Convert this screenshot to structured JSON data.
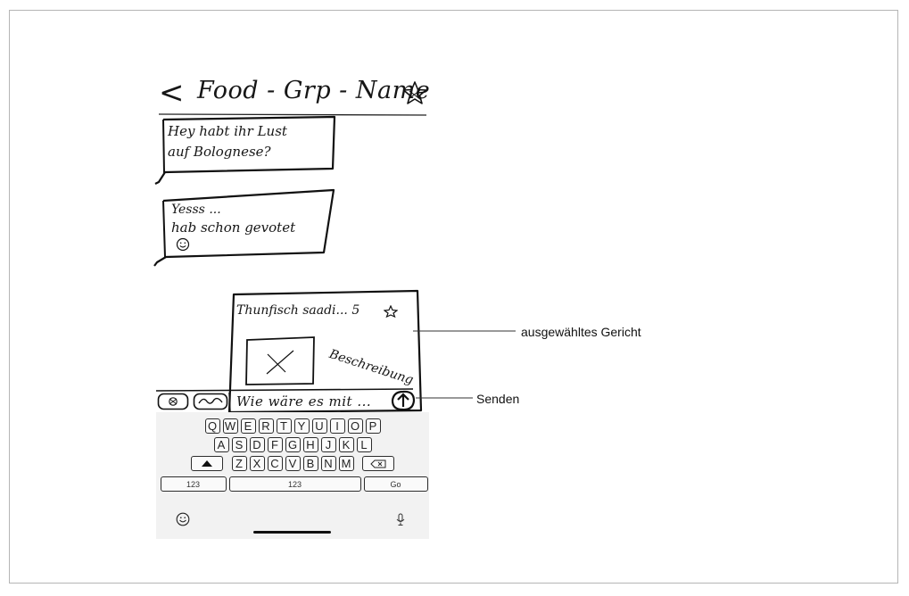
{
  "header": {
    "back_icon": "chevron-left-icon",
    "title": "Food - Grp - Name",
    "star_icon": "star-outline-icon"
  },
  "messages": [
    {
      "text_line1": "Hey habt ihr Lust",
      "text_line2": "auf Bolognese?"
    },
    {
      "text_line1": "Yesss ...",
      "text_line2": "hab schon gevotet",
      "emoji_icon": "smiley-icon"
    }
  ],
  "dish_card": {
    "name": "Thunfisch saadi... 5",
    "rating_icon": "star-outline-icon",
    "image_placeholder_icon": "image-placeholder-icon",
    "description": "Beschreibung"
  },
  "composer": {
    "input_text": "Wie wäre es mit ...",
    "left_icons": [
      "sticker-icon",
      "drawing-icon"
    ],
    "send_icon": "send-arrow-icon"
  },
  "annotations": {
    "selected_dish": "ausgewähltes Gericht",
    "send": "Senden"
  },
  "keyboard": {
    "row1": [
      "Q",
      "W",
      "E",
      "R",
      "T",
      "Y",
      "U",
      "I",
      "O",
      "P"
    ],
    "row2": [
      "A",
      "S",
      "D",
      "F",
      "G",
      "H",
      "J",
      "K",
      "L"
    ],
    "row3": [
      "Z",
      "X",
      "C",
      "V",
      "B",
      "N",
      "M"
    ],
    "numbers_label": "123",
    "space_label": "123",
    "go_label": "Go",
    "emoji_icon": "emoji-icon",
    "mic_icon": "microphone-icon"
  },
  "colors": {
    "ink": "#141414",
    "frame": "#b5b5b5",
    "keyboard_bg": "#f2f2f2"
  }
}
